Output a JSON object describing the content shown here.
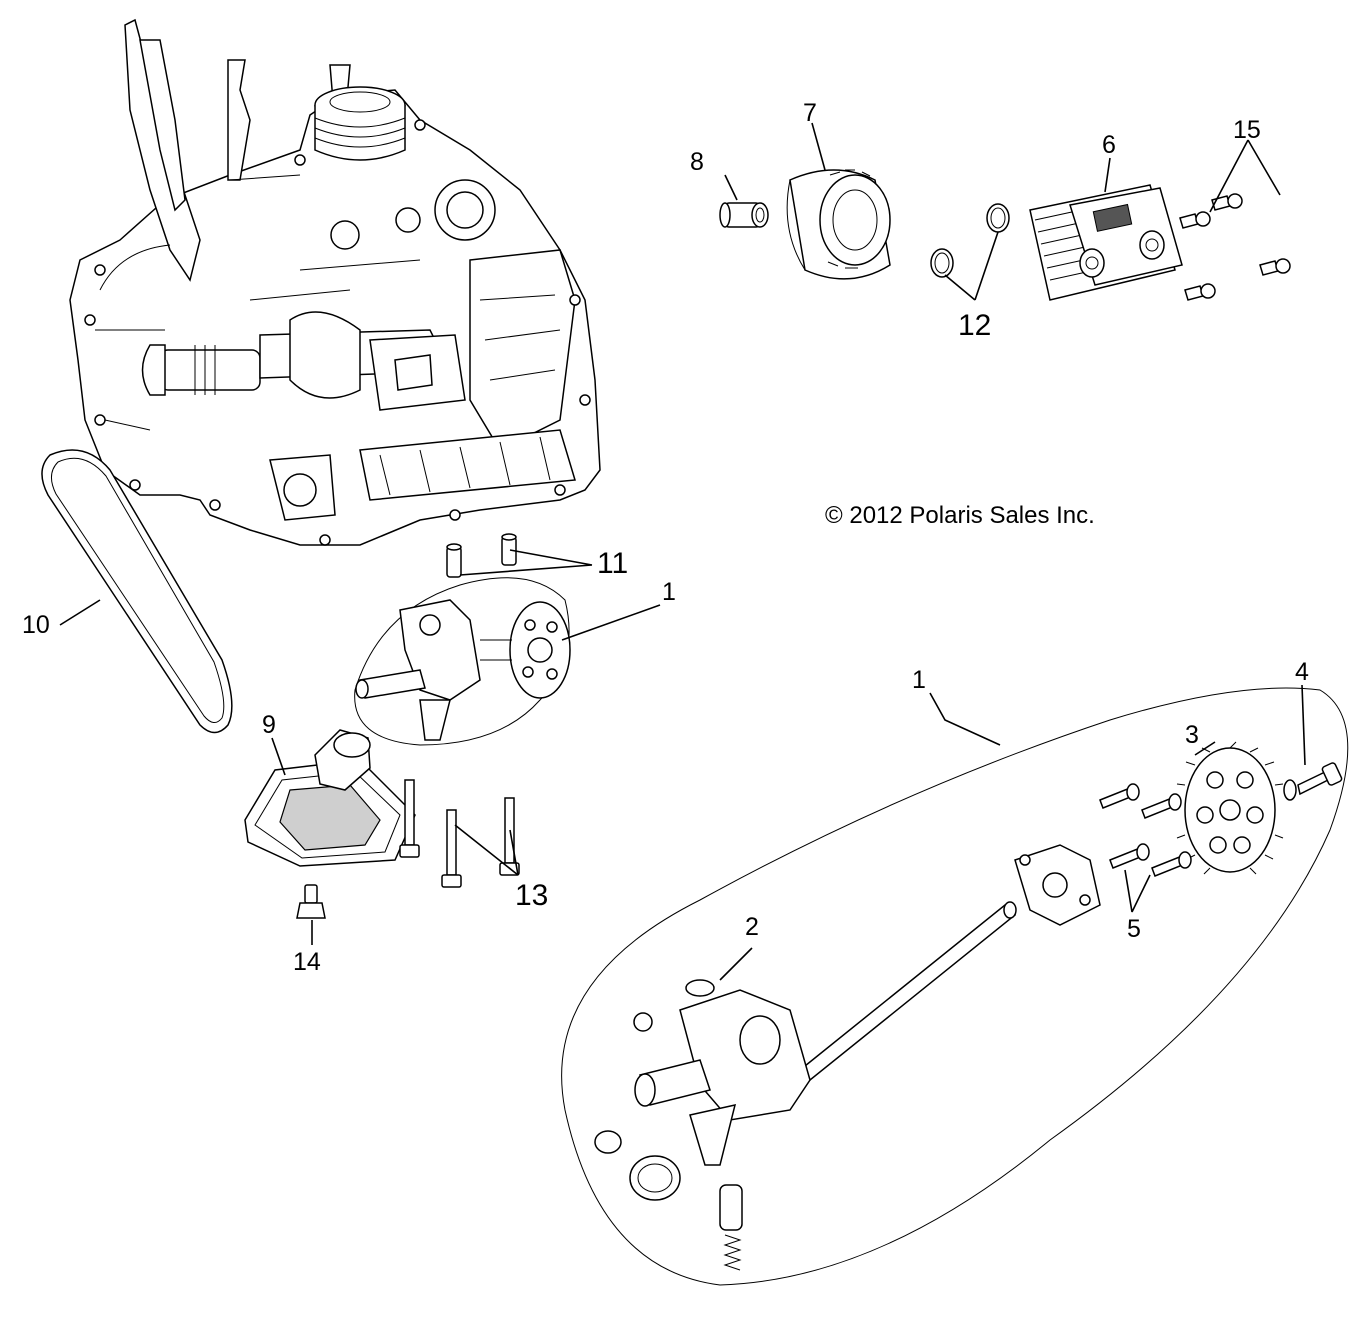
{
  "copyright": "© 2012 Polaris Sales Inc.",
  "callouts": {
    "c1_upper": "1",
    "c1_lower": "1",
    "c2": "2",
    "c3": "3",
    "c4": "4",
    "c5": "5",
    "c6": "6",
    "c7": "7",
    "c8": "8",
    "c9": "9",
    "c10": "10",
    "c11": "11",
    "c12": "12",
    "c13": "13",
    "c14": "14",
    "c15": "15"
  }
}
